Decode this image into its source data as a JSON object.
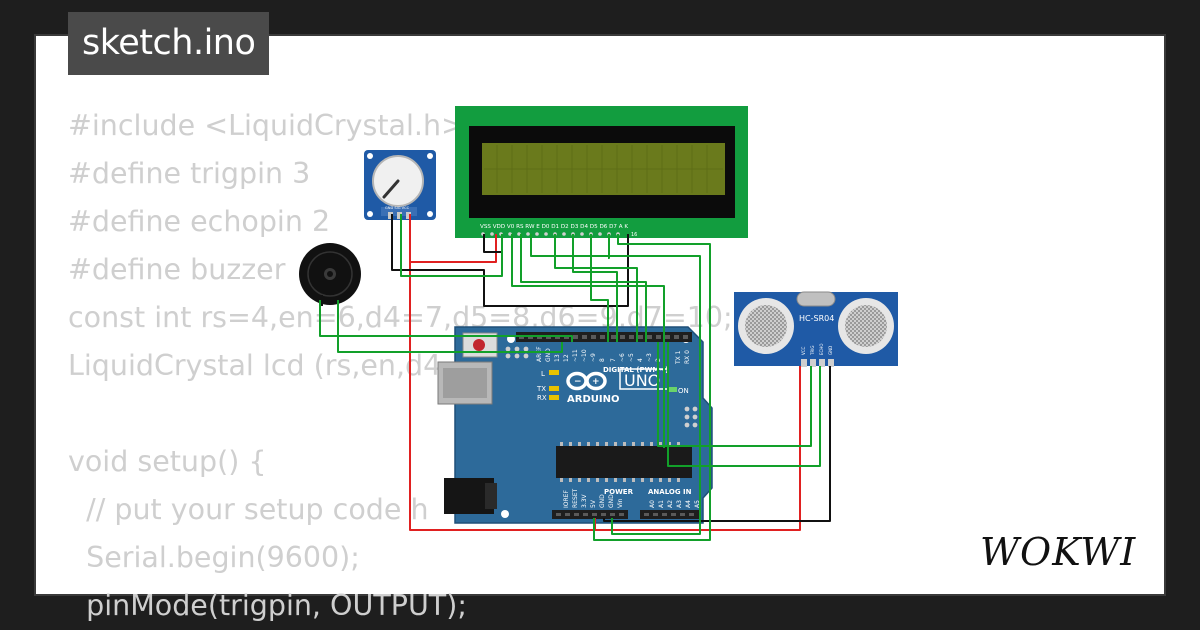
{
  "editor": {
    "filename": "sketch.ino",
    "code_lines": [
      "#include <LiquidCrystal.h>",
      "#define trigpin 3",
      "#define echopin 2",
      "#define buzzer",
      "const int rs=4,en=6,d4=7,d5=8,d6=9,d7=10;",
      "LiquidCrystal lcd (rs,en,d4",
      "",
      "void setup() {",
      "  // put your setup code h",
      "  Serial.begin(9600);",
      "  pinMode(trigpin, OUTPUT);"
    ]
  },
  "brand": {
    "logo": "WOKWI"
  },
  "components": {
    "lcd": {
      "pins": "VSS VDD V0 RS RW E D0 D1 D2 D3 D4 D5 D6 D7 A K",
      "pin_end": "16"
    },
    "potentiometer": {
      "pins": "GND SIG VCC"
    },
    "ultrasonic": {
      "label": "HC-SR04",
      "pins": [
        "VCC",
        "TRIG",
        "ECHO",
        "GND"
      ]
    },
    "arduino": {
      "brand": "ARDUINO",
      "model": "UNO",
      "digital_label": "DIGITAL (PWM~)",
      "power_label": "POWER",
      "analog_label": "ANALOG IN",
      "on_label": "ON",
      "l_label": "L",
      "tx_label": "TX",
      "rx_label": "RX",
      "aref": "AREF",
      "gnd": "GND",
      "pin13": "13",
      "pin12": "12",
      "pin11": "~11",
      "pin10": "~10",
      "pin9": "~9",
      "pin8": "8",
      "pin7": "7",
      "pin6": "~6",
      "pin5": "~5",
      "pin4": "4",
      "pin3": "~3",
      "pin2": "2",
      "pin1": "TX 1",
      "pin0": "RX 0",
      "power_pins": [
        "IOREF",
        "RESET",
        "3.3V",
        "5V",
        "GND",
        "GND",
        "Vin"
      ],
      "analog_pins": [
        "A0",
        "A1",
        "A2",
        "A3",
        "A4",
        "A5"
      ]
    }
  },
  "colors": {
    "board": "#2d6a9a",
    "lcd_pcb": "#129d3f",
    "lcd_screen": "#6a7a1c",
    "wire_red": "#e02020",
    "wire_green": "#12a02a",
    "wire_black": "#111111"
  }
}
